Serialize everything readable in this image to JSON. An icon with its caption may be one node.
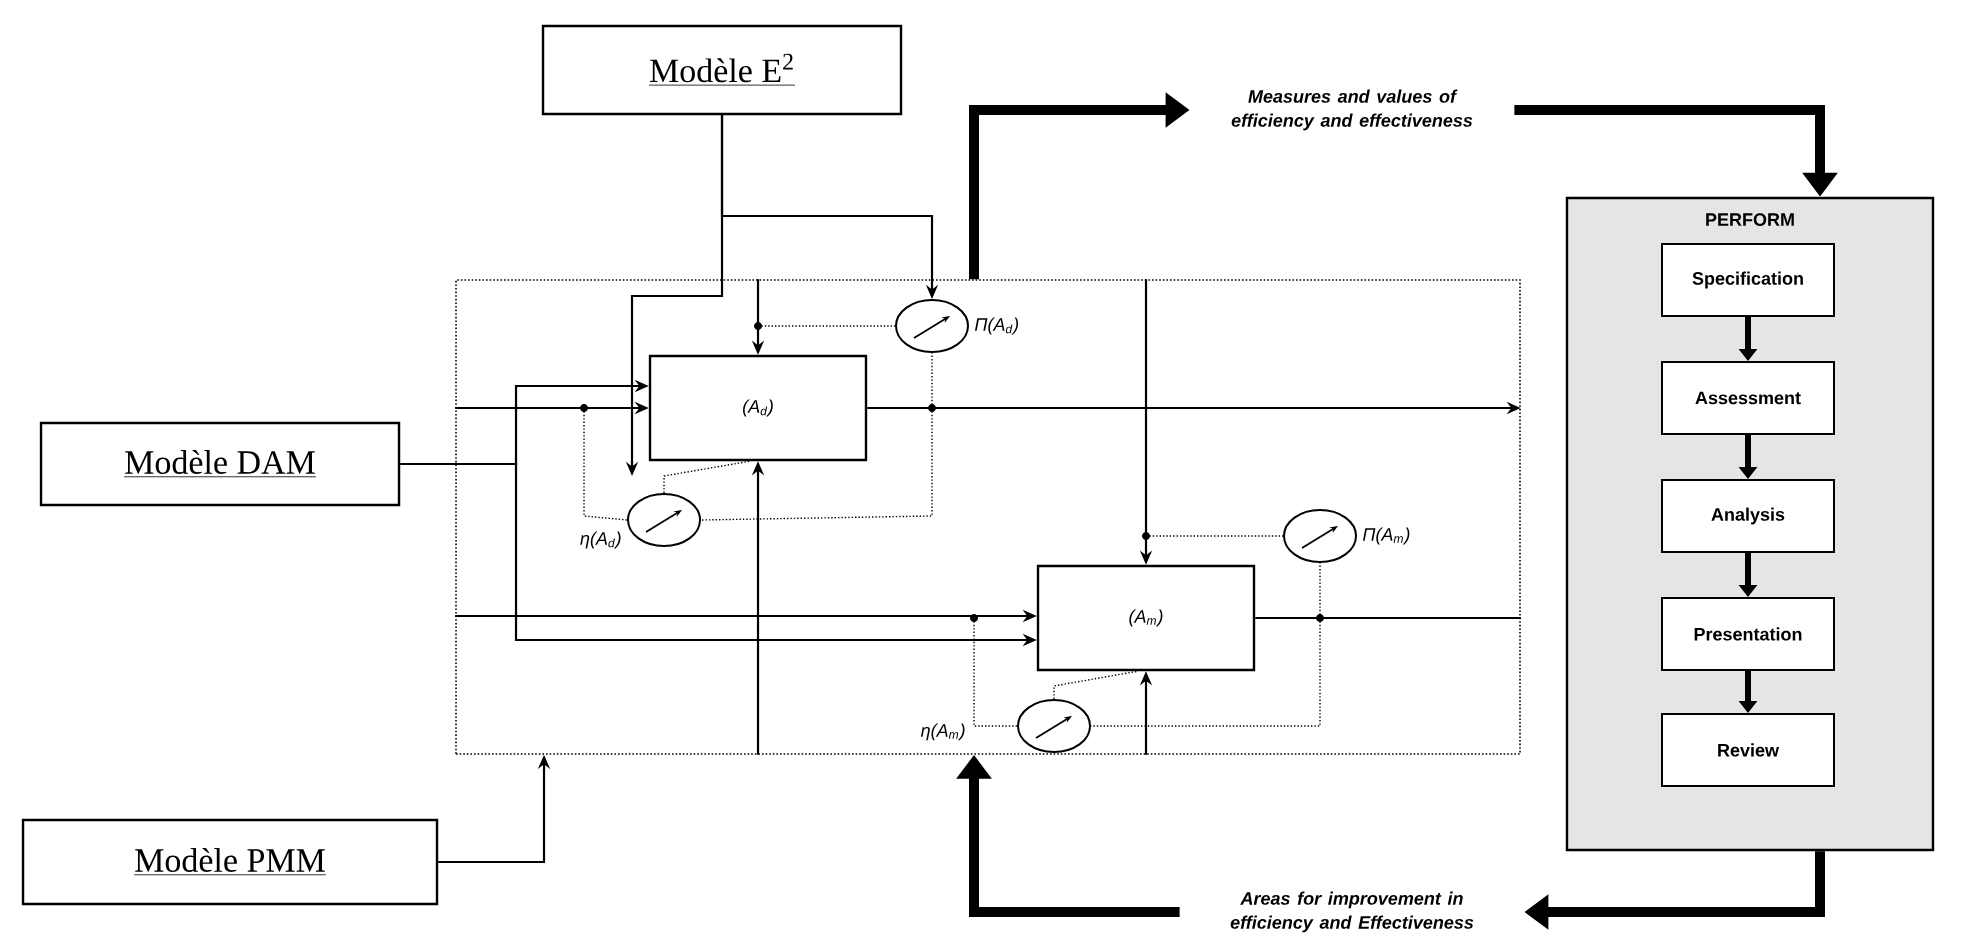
{
  "diagram": {
    "nodes": [
      {
        "text": [
          "Modèle E$^{2}$"
        ]
      },
      {
        "text": [
          "Modèle DAM"
        ]
      },
      {
        "text": [
          "Modèle PMM"
        ]
      },
      {
        "text": [],
        "shape": "box"
      },
      {
        "text": [
          "(A$_{d}$)"
        ],
        "in": 3
      },
      {
        "text": [],
        "shape": "circle",
        "beside": [
          "Π(A$_{d}$)"
        ],
        "in": 3
      },
      {
        "text": [],
        "shape": "circle",
        "beside": [
          "η(A$_{d}$)"
        ],
        "in": 3
      },
      {
        "text": [
          "(A$_{m}$)"
        ],
        "in": 3
      },
      {
        "text": [],
        "shape": "circle",
        "beside": [
          "Π(A$_{m}$)"
        ],
        "in": 3
      },
      {
        "text": [],
        "shape": "circle",
        "beside": [
          "η(A$_{m}$)"
        ],
        "in": 3
      },
      {
        "text": [
          "Measures and values of efficiency and effectiveness"
        ]
      },
      {
        "text": [
          "PERFORM"
        ]
      },
      {
        "text": [
          "Specification"
        ],
        "in": 11
      },
      {
        "text": [
          "Assessment"
        ],
        "in": 11
      },
      {
        "text": [
          "Analysis"
        ],
        "in": 11
      },
      {
        "text": [
          "Presentation"
        ],
        "in": 11
      },
      {
        "text": [
          "Review"
        ],
        "in": 11
      },
      {
        "text": [
          "Areas for improvement in efficiency and Effectiveness"
        ]
      }
    ],
    "edges": [
      {
        "from": 0,
        "to": 5,
        "arrow": "to"
      },
      {
        "from": 0,
        "to": 4,
        "arrow": "to"
      },
      {
        "from": 1,
        "to": 4,
        "arrow": "to"
      },
      {
        "from": 1,
        "to": 7,
        "arrow": "to"
      },
      {
        "from": 2,
        "to": 3,
        "arrow": "to"
      },
      {
        "from": 3,
        "to": 4,
        "arrow": "to"
      },
      {
        "from": 3,
        "to": 4,
        "arrow": "to"
      },
      {
        "from": 3,
        "to": 4,
        "arrow": "to"
      },
      {
        "from": 4,
        "to": 3,
        "arrow": "to"
      },
      {
        "from": 3,
        "to": 7,
        "arrow": "to"
      },
      {
        "from": 3,
        "to": 7,
        "arrow": "to"
      },
      {
        "from": 3,
        "to": 7,
        "arrow": "to"
      },
      {
        "from": 7,
        "to": 3,
        "arrow": "none"
      },
      {
        "from": 3,
        "to": 10,
        "arrow": "to",
        "style": "thick"
      },
      {
        "from": 10,
        "to": 11,
        "arrow": "to",
        "style": "thick"
      },
      {
        "from": 11,
        "to": 17,
        "arrow": "to",
        "style": "thick"
      },
      {
        "from": 17,
        "to": 3,
        "arrow": "to",
        "style": "thick"
      },
      {
        "from": 12,
        "to": 13,
        "arrow": "to",
        "style": "thick"
      },
      {
        "from": 13,
        "to": 14,
        "arrow": "to",
        "style": "thick"
      },
      {
        "from": 14,
        "to": 15,
        "arrow": "to",
        "style": "thick"
      },
      {
        "from": 15,
        "to": 16,
        "arrow": "to",
        "style": "thick"
      },
      {
        "from": null,
        "to": 6,
        "arrow": "none",
        "style": "dashed"
      },
      {
        "from": null,
        "to": 6,
        "arrow": "none",
        "style": "dashed"
      },
      {
        "from": 6,
        "to": 4,
        "arrow": "none",
        "style": "dashed"
      },
      {
        "from": null,
        "to": 5,
        "arrow": "none",
        "style": "dashed"
      },
      {
        "from": null,
        "to": 5,
        "arrow": "none",
        "style": "dashed"
      },
      {
        "from": null,
        "to": 9,
        "arrow": "none",
        "style": "dashed"
      },
      {
        "from": 9,
        "to": 7,
        "arrow": "none",
        "style": "dashed"
      },
      {
        "from": null,
        "to": 9,
        "arrow": "none",
        "style": "dashed"
      },
      {
        "from": null,
        "to": 8,
        "arrow": "none",
        "style": "dashed"
      },
      {
        "from": null,
        "to": 8,
        "arrow": "none",
        "style": "dashed"
      }
    ]
  }
}
